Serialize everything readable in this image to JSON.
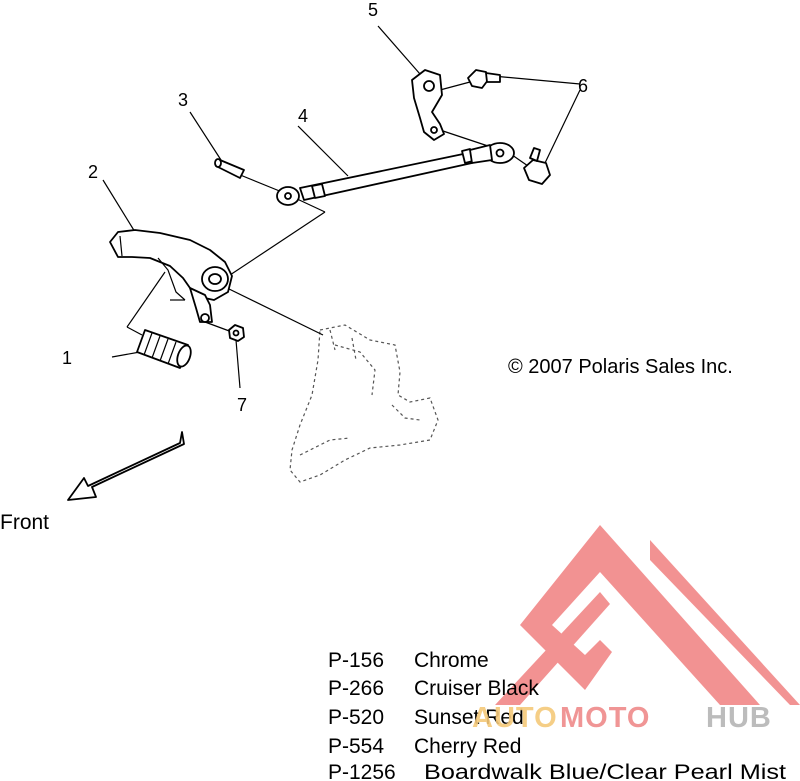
{
  "callouts": [
    "1",
    "2",
    "3",
    "4",
    "5",
    "6",
    "7"
  ],
  "copyright": "© 2007 Polaris Sales Inc.",
  "front_label": "Front",
  "parts_list": [
    {
      "code": "P-156",
      "finish": "Chrome"
    },
    {
      "code": "P-266",
      "finish": "Cruiser Black"
    },
    {
      "code": "P-520",
      "finish": "Sunset Red"
    },
    {
      "code": "P-554",
      "finish": "Cherry Red"
    },
    {
      "code": "P-1256",
      "finish": "Boardwalk Blue/Clear Pearl Mist"
    }
  ],
  "watermark": {
    "part1": "AUTO",
    "part2": "MOTO",
    "part3": "HUB",
    "colors": {
      "auto": "#f5c97a",
      "moto": "#ef8a8a",
      "hub": "#b5b5b5",
      "logo": "#f08080"
    }
  }
}
